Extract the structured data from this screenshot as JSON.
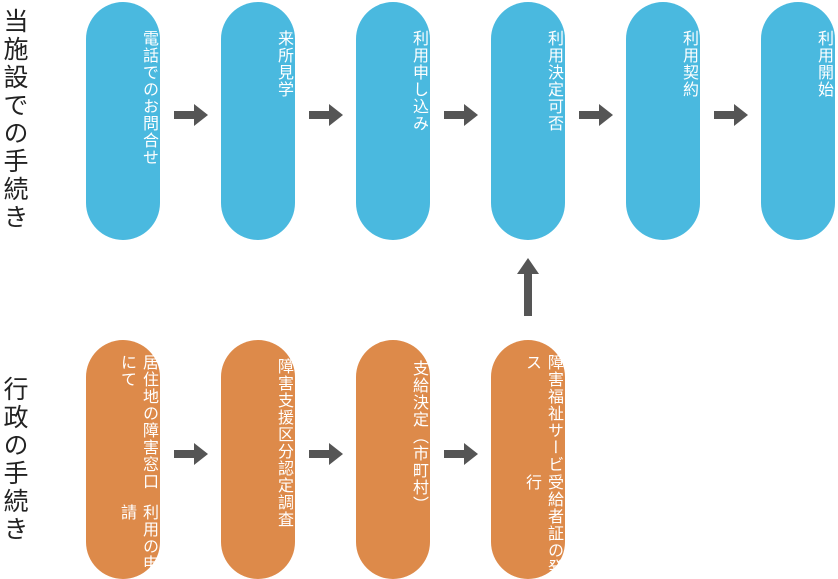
{
  "section_labels": {
    "facility": "当施設での手続き",
    "government": "行政の手続き"
  },
  "facility_steps": [
    "電話でのお問合せ",
    "来所見学",
    "利用申し込み",
    "利用決定可否",
    "利用契約",
    "利用開始"
  ],
  "government_steps": [
    {
      "line1": "居住地の障害窓口にて",
      "line2": "利用の申請"
    },
    {
      "line1": "障害支援区分認定調査",
      "line2": ""
    },
    {
      "line1": "支給決定（市町村）",
      "line2": ""
    },
    {
      "line1": "障害福祉サービス",
      "line2": "受給者証の発行"
    }
  ],
  "colors": {
    "facility_pill": "#4ab9df",
    "government_pill": "#dd8a4a",
    "arrow": "#555555"
  }
}
